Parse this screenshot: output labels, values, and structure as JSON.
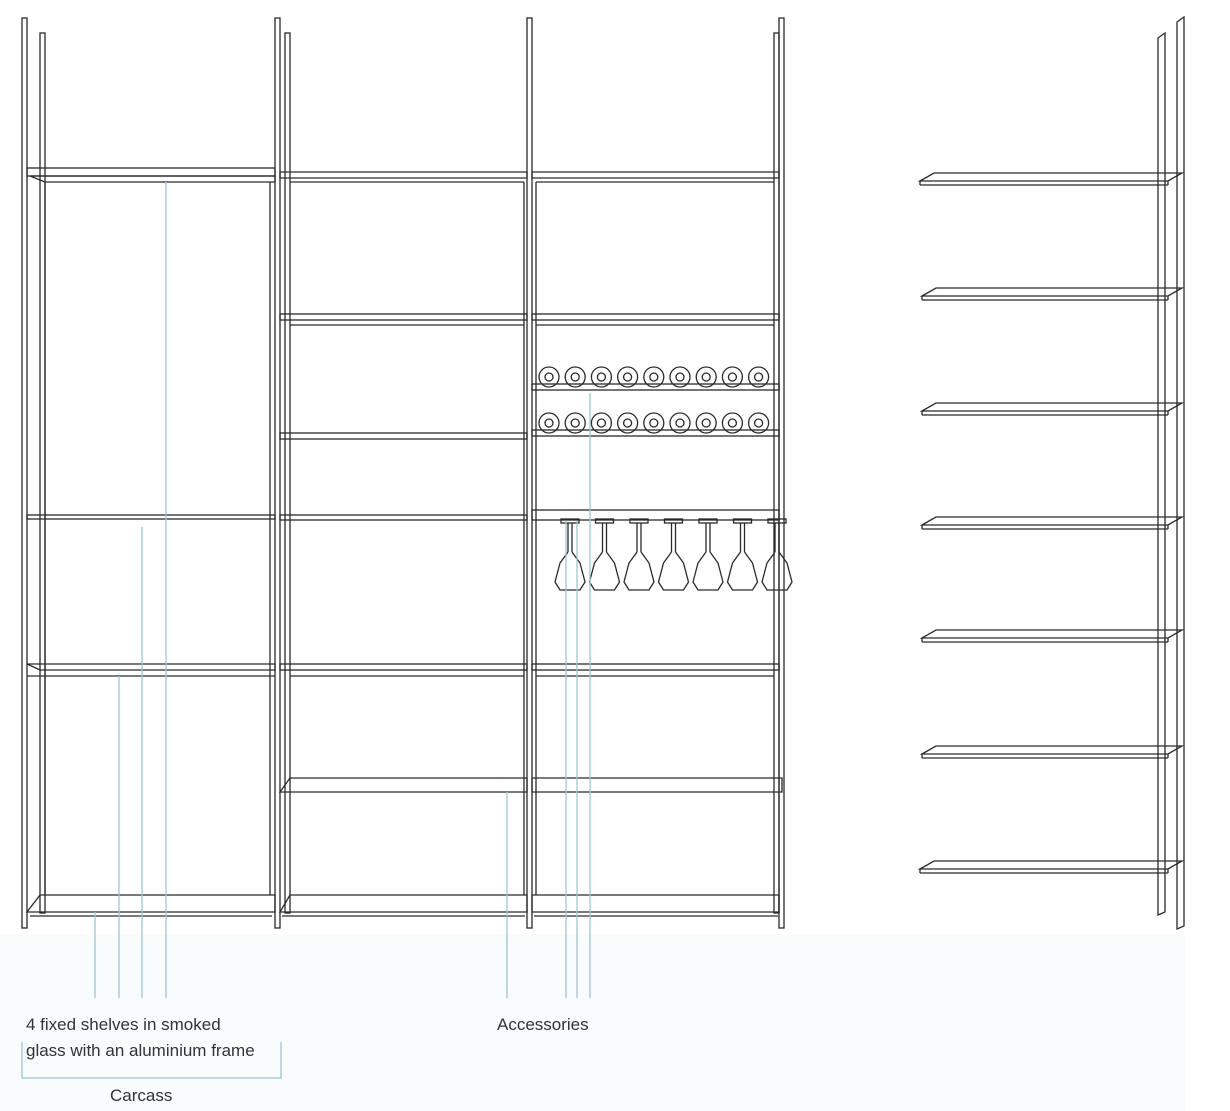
{
  "annotations": {
    "fixed_shelves_line1": "4 fixed shelves in smoked",
    "fixed_shelves_line2": "glass with an aluminium frame",
    "accessories": "Accessories",
    "carcass": "Carcass"
  },
  "colors": {
    "drawing_line": "#2a2a2a",
    "leader_line": "#9ec5d2",
    "floor": "#f9fcfc",
    "label_text": "#333333"
  },
  "front_view": {
    "bays": 3,
    "wine_bottle_rows": 2,
    "bottles_per_row": 9,
    "hanging_wine_glasses": 7
  },
  "side_view": {
    "shelves": 7
  }
}
